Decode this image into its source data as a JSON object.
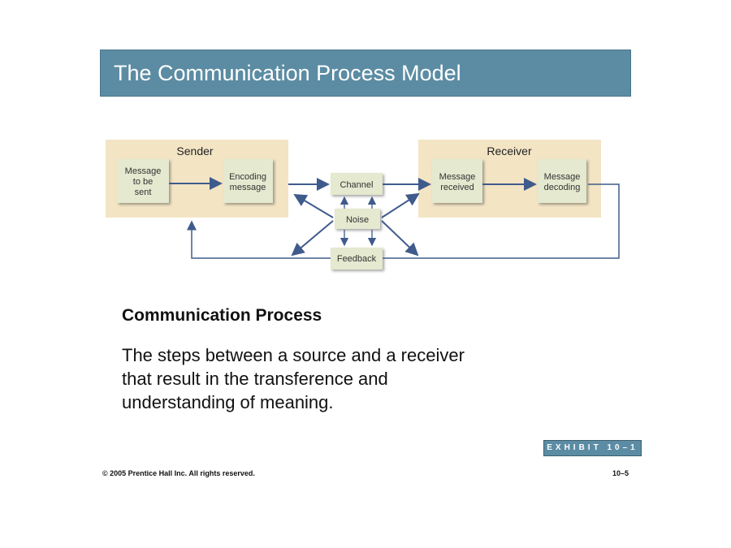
{
  "title": "The Communication Process Model",
  "diagram": {
    "sender_label": "Sender",
    "receiver_label": "Receiver",
    "message_to_be_sent": [
      "Message",
      "to be",
      "sent"
    ],
    "encoding": [
      "Encoding",
      "message"
    ],
    "channel": "Channel",
    "noise": "Noise",
    "feedback": "Feedback",
    "message_received": [
      "Message",
      "received"
    ],
    "decoding": [
      "Message",
      "decoding"
    ],
    "colors": {
      "panel": "#f3e4c4",
      "box": "#e4e9cf",
      "arrow": "#3f5b8c"
    }
  },
  "heading": "Communication Process",
  "definition": "The steps between a source and a receiver that result in the transference and understanding of meaning.",
  "exhibit": "EXHIBIT 10–1",
  "copyright": "© 2005 Prentice Hall Inc. All rights reserved.",
  "page": "10–5"
}
